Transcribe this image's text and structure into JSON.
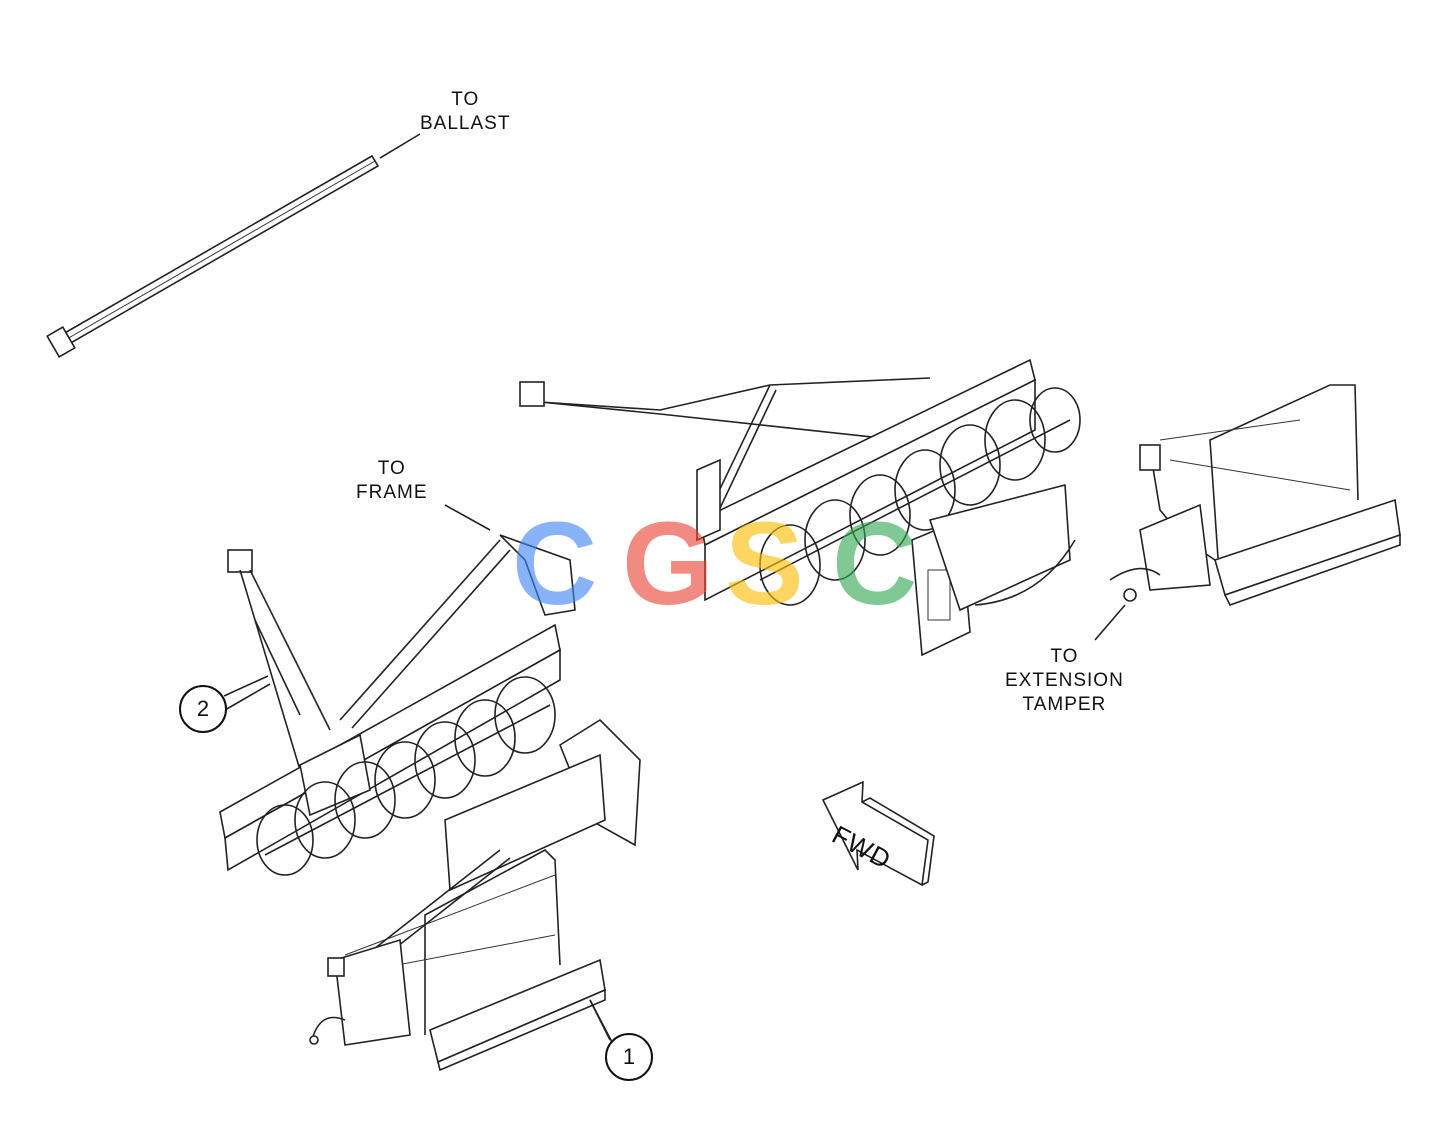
{
  "labels": {
    "to_ballast": [
      "TO",
      "BALLAST"
    ],
    "to_frame": [
      "TO",
      "FRAME"
    ],
    "to_extension_tamper": [
      "TO",
      "EXTENSION",
      "TAMPER"
    ],
    "fwd": "FWD"
  },
  "callouts": {
    "one": "1",
    "two": "2"
  },
  "watermark": {
    "letters": [
      "C",
      "G",
      "S",
      "C"
    ],
    "colors": [
      "#4285F4",
      "#EA4335",
      "#FBBC05",
      "#34A853"
    ]
  }
}
